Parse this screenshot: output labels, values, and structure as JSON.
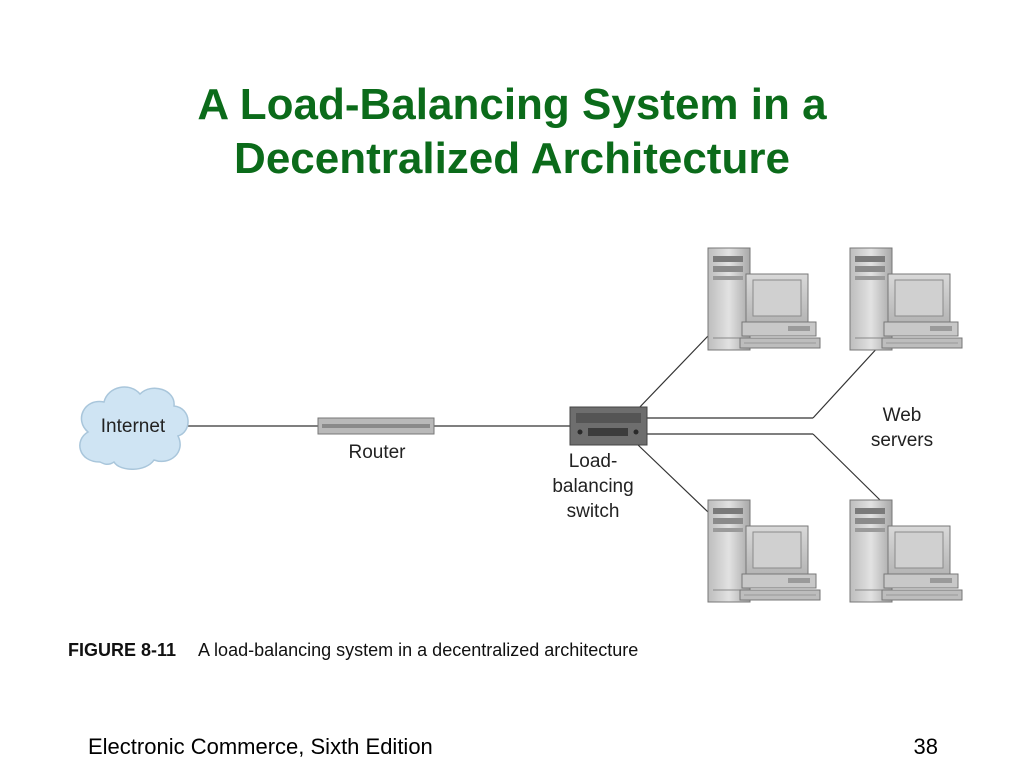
{
  "slide": {
    "title_line1": "A Load-Balancing System in a",
    "title_line2": "Decentralized Architecture"
  },
  "diagram": {
    "internet_label": "Internet",
    "router_label": "Router",
    "switch_label_line1": "Load-",
    "switch_label_line2": "balancing",
    "switch_label_line3": "switch",
    "servers_label_line1": "Web",
    "servers_label_line2": "servers"
  },
  "caption": {
    "figure_number": "FIGURE 8-11",
    "text": "A load-balancing system in a decentralized architecture"
  },
  "footer": {
    "book": "Electronic Commerce, Sixth Edition",
    "page": "38"
  },
  "colors": {
    "title": "#0b6b1a",
    "cloud": "#cfe4f3",
    "device": "#9a9a9a"
  }
}
